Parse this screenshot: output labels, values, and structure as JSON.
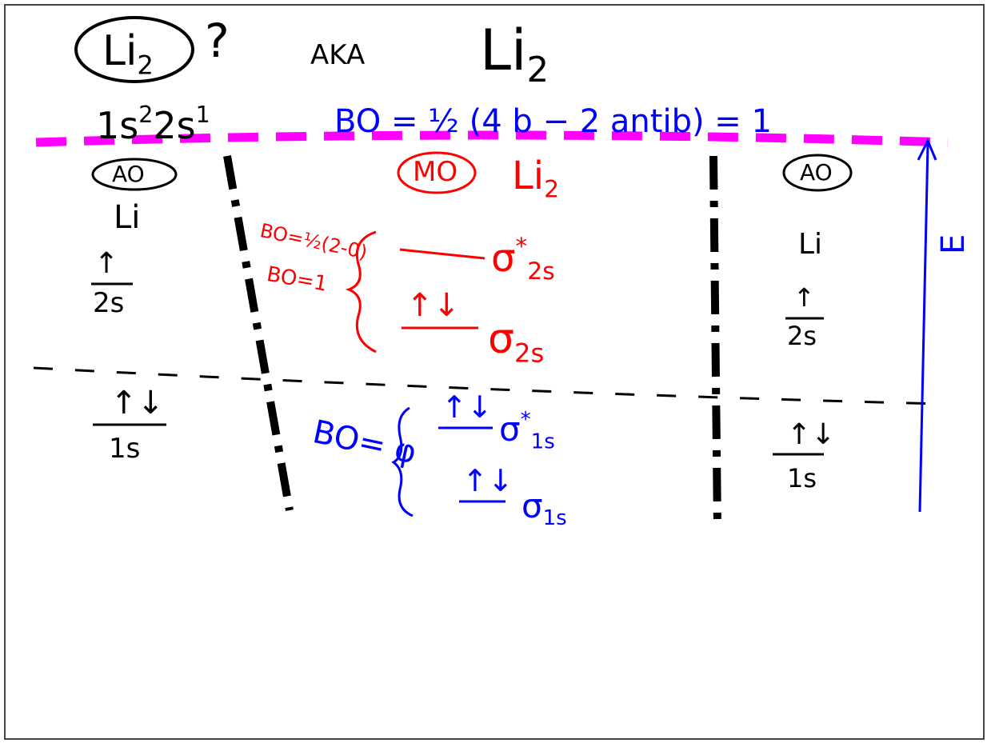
{
  "colors": {
    "ink": "#000000",
    "red": "#ff0000",
    "blue": "#0000ff",
    "magenta": "#ff00ff"
  },
  "header": {
    "molecule": "Li",
    "molecule_sub": "2",
    "question": "?",
    "aka": "AKA",
    "alt_name": "Li",
    "alt_name_sub": "2"
  },
  "config": {
    "shell1": "1s",
    "shell1_count": "2",
    "shell2": "2s",
    "shell2_count": "1"
  },
  "bond_order_total": {
    "text": "BO = ½ (4 b − 2 antib) = 1"
  },
  "left_atom": {
    "circle_label": "AO",
    "element": "Li",
    "upper_level": "2s",
    "lower_level": "1s"
  },
  "right_atom": {
    "circle_label": "AO",
    "element": "Li",
    "upper_level": "2s",
    "lower_level": "1s"
  },
  "mo_header": {
    "circle_label": "MO",
    "molecule": "Li",
    "molecule_sub": "2"
  },
  "mo_levels": {
    "sigma_star_2s": {
      "symbol": "σ",
      "star": "*",
      "sub": "2s"
    },
    "sigma_2s": {
      "symbol": "σ",
      "sub": "2s"
    },
    "sigma_star_1s": {
      "symbol": "σ",
      "star": "*",
      "sub": "1s"
    },
    "sigma_1s": {
      "symbol": "σ",
      "sub": "1s"
    }
  },
  "bond_orders": {
    "valence_formula": "BO=½(2-0)",
    "valence_value": "BO=1",
    "core": "BO= φ"
  },
  "energy_axis": {
    "label": "E"
  },
  "electrons": {
    "left_2s": "↑",
    "left_1s": "↑↓",
    "right_2s": "↑",
    "right_1s": "↑↓",
    "mo_sigma_2s": "↑↓",
    "mo_sigma_star_1s": "↑↓",
    "mo_sigma_1s": "↑↓"
  }
}
